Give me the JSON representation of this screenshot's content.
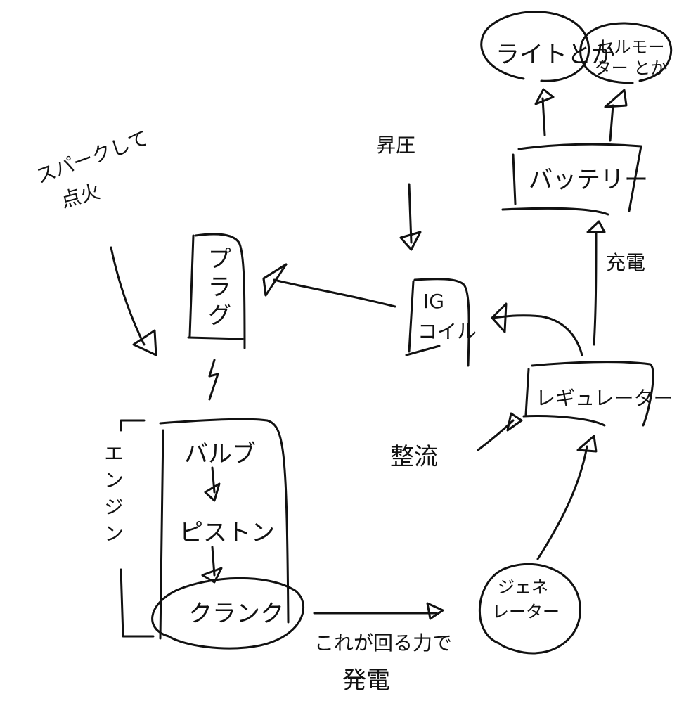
{
  "diagram": {
    "nodes": {
      "lights": "ライトとか",
      "starter_motor": "セルモーター とか",
      "battery": "バッテリー",
      "plug": "プラグ",
      "ig_coil_line1": "IG",
      "ig_coil_line2": "コイル",
      "regulator": "レギュレーター",
      "valve": "バルブ",
      "piston": "ピストン",
      "crank": "クランク",
      "generator_line1": "ジェネ",
      "generator_line2": "レーター"
    },
    "labels": {
      "spark_ignition_line1": "スパークして",
      "spark_ignition_line2": "点火",
      "boost": "昇圧",
      "charge": "充電",
      "rectify": "整流",
      "engine": "エンジン",
      "rotation_line1": "これが回る力で",
      "rotation_line2": "発電"
    },
    "edges": [
      {
        "from": "battery",
        "to": "lights"
      },
      {
        "from": "battery",
        "to": "starter_motor"
      },
      {
        "from": "regulator",
        "to": "battery",
        "label": "charge"
      },
      {
        "from": "regulator",
        "to": "ig_coil"
      },
      {
        "from": "ig_coil",
        "to": "plug"
      },
      {
        "from": "boost",
        "to": "ig_coil"
      },
      {
        "from": "spark_ignition",
        "to": "engine"
      },
      {
        "from": "plug",
        "to": "engine",
        "symbol": "spark"
      },
      {
        "from": "valve",
        "to": "piston"
      },
      {
        "from": "piston",
        "to": "crank"
      },
      {
        "from": "crank",
        "to": "generator",
        "label": "rotation"
      },
      {
        "from": "generator",
        "to": "regulator"
      },
      {
        "from": "rectify",
        "to": "regulator"
      }
    ]
  }
}
